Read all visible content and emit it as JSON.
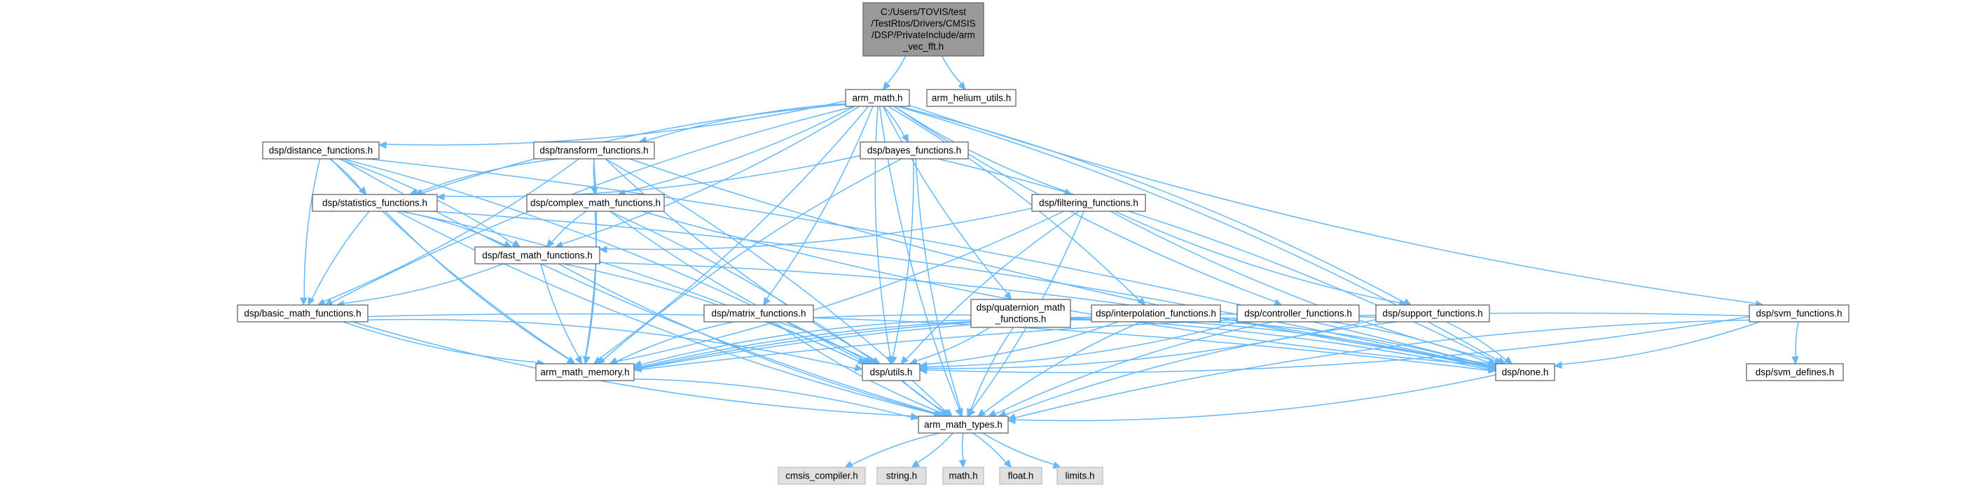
{
  "colors": {
    "edge": "#63b8ff",
    "node_fill": "#ffffff",
    "root_fill": "#999999",
    "system_fill": "#e0e0e0",
    "border": "#666666"
  },
  "nodes": {
    "root": {
      "lines": [
        "C:/Users/TOVIS/test",
        "/TestRtos/Drivers/CMSIS",
        "/DSP/PrivateInclude/arm",
        "_vec_fft.h"
      ],
      "kind": "root"
    },
    "arm_math": {
      "lines": [
        "arm_math.h"
      ],
      "kind": "file"
    },
    "helium": {
      "lines": [
        "arm_helium_utils.h"
      ],
      "kind": "file"
    },
    "distance": {
      "lines": [
        "dsp/distance_functions.h"
      ],
      "kind": "file"
    },
    "transform": {
      "lines": [
        "dsp/transform_functions.h"
      ],
      "kind": "file"
    },
    "bayes": {
      "lines": [
        "dsp/bayes_functions.h"
      ],
      "kind": "file"
    },
    "statistics": {
      "lines": [
        "dsp/statistics_functions.h"
      ],
      "kind": "file"
    },
    "complex": {
      "lines": [
        "dsp/complex_math_functions.h"
      ],
      "kind": "file"
    },
    "filtering": {
      "lines": [
        "dsp/filtering_functions.h"
      ],
      "kind": "file"
    },
    "fast_math": {
      "lines": [
        "dsp/fast_math_functions.h"
      ],
      "kind": "file"
    },
    "basic_math": {
      "lines": [
        "dsp/basic_math_functions.h"
      ],
      "kind": "file"
    },
    "matrix": {
      "lines": [
        "dsp/matrix_functions.h"
      ],
      "kind": "file"
    },
    "quaternion": {
      "lines": [
        "dsp/quaternion_math",
        "_functions.h"
      ],
      "kind": "file"
    },
    "interpolation": {
      "lines": [
        "dsp/interpolation_functions.h"
      ],
      "kind": "file"
    },
    "controller": {
      "lines": [
        "dsp/controller_functions.h"
      ],
      "kind": "file"
    },
    "support": {
      "lines": [
        "dsp/support_functions.h"
      ],
      "kind": "file"
    },
    "svm": {
      "lines": [
        "dsp/svm_functions.h"
      ],
      "kind": "file"
    },
    "memory": {
      "lines": [
        "arm_math_memory.h"
      ],
      "kind": "file"
    },
    "utils": {
      "lines": [
        "dsp/utils.h"
      ],
      "kind": "file"
    },
    "none": {
      "lines": [
        "dsp/none.h"
      ],
      "kind": "file"
    },
    "svm_defines": {
      "lines": [
        "dsp/svm_defines.h"
      ],
      "kind": "file"
    },
    "types": {
      "lines": [
        "arm_math_types.h"
      ],
      "kind": "file"
    },
    "cmsis_compiler": {
      "lines": [
        "cmsis_compiler.h"
      ],
      "kind": "system"
    },
    "string": {
      "lines": [
        "string.h"
      ],
      "kind": "system"
    },
    "math": {
      "lines": [
        "math.h"
      ],
      "kind": "system"
    },
    "float": {
      "lines": [
        "float.h"
      ],
      "kind": "system"
    },
    "limits": {
      "lines": [
        "limits.h"
      ],
      "kind": "system"
    }
  },
  "edges": [
    [
      "root",
      "arm_math"
    ],
    [
      "root",
      "helium"
    ],
    [
      "arm_math",
      "distance"
    ],
    [
      "arm_math",
      "transform"
    ],
    [
      "arm_math",
      "bayes"
    ],
    [
      "arm_math",
      "statistics"
    ],
    [
      "arm_math",
      "complex"
    ],
    [
      "arm_math",
      "filtering"
    ],
    [
      "arm_math",
      "fast_math"
    ],
    [
      "arm_math",
      "basic_math"
    ],
    [
      "arm_math",
      "matrix"
    ],
    [
      "arm_math",
      "quaternion"
    ],
    [
      "arm_math",
      "interpolation"
    ],
    [
      "arm_math",
      "controller"
    ],
    [
      "arm_math",
      "support"
    ],
    [
      "arm_math",
      "svm"
    ],
    [
      "arm_math",
      "memory"
    ],
    [
      "arm_math",
      "utils"
    ],
    [
      "arm_math",
      "none"
    ],
    [
      "arm_math",
      "types"
    ],
    [
      "distance",
      "statistics"
    ],
    [
      "distance",
      "basic_math"
    ],
    [
      "distance",
      "fast_math"
    ],
    [
      "distance",
      "memory"
    ],
    [
      "distance",
      "utils"
    ],
    [
      "distance",
      "types"
    ],
    [
      "distance",
      "none"
    ],
    [
      "transform",
      "complex"
    ],
    [
      "transform",
      "basic_math"
    ],
    [
      "transform",
      "statistics"
    ],
    [
      "transform",
      "memory"
    ],
    [
      "transform",
      "utils"
    ],
    [
      "transform",
      "types"
    ],
    [
      "transform",
      "none"
    ],
    [
      "bayes",
      "statistics"
    ],
    [
      "bayes",
      "memory"
    ],
    [
      "bayes",
      "utils"
    ],
    [
      "bayes",
      "types"
    ],
    [
      "bayes",
      "none"
    ],
    [
      "statistics",
      "basic_math"
    ],
    [
      "statistics",
      "fast_math"
    ],
    [
      "statistics",
      "memory"
    ],
    [
      "statistics",
      "utils"
    ],
    [
      "statistics",
      "types"
    ],
    [
      "statistics",
      "none"
    ],
    [
      "complex",
      "fast_math"
    ],
    [
      "complex",
      "memory"
    ],
    [
      "complex",
      "utils"
    ],
    [
      "complex",
      "types"
    ],
    [
      "complex",
      "none"
    ],
    [
      "filtering",
      "fast_math"
    ],
    [
      "filtering",
      "support"
    ],
    [
      "filtering",
      "memory"
    ],
    [
      "filtering",
      "utils"
    ],
    [
      "filtering",
      "types"
    ],
    [
      "filtering",
      "none"
    ],
    [
      "fast_math",
      "basic_math"
    ],
    [
      "fast_math",
      "memory"
    ],
    [
      "fast_math",
      "utils"
    ],
    [
      "fast_math",
      "types"
    ],
    [
      "fast_math",
      "none"
    ],
    [
      "basic_math",
      "memory"
    ],
    [
      "basic_math",
      "utils"
    ],
    [
      "basic_math",
      "types"
    ],
    [
      "basic_math",
      "none"
    ],
    [
      "matrix",
      "memory"
    ],
    [
      "matrix",
      "utils"
    ],
    [
      "matrix",
      "types"
    ],
    [
      "matrix",
      "none"
    ],
    [
      "quaternion",
      "memory"
    ],
    [
      "quaternion",
      "utils"
    ],
    [
      "quaternion",
      "types"
    ],
    [
      "quaternion",
      "none"
    ],
    [
      "interpolation",
      "memory"
    ],
    [
      "interpolation",
      "utils"
    ],
    [
      "interpolation",
      "types"
    ],
    [
      "interpolation",
      "none"
    ],
    [
      "controller",
      "memory"
    ],
    [
      "controller",
      "utils"
    ],
    [
      "controller",
      "types"
    ],
    [
      "controller",
      "none"
    ],
    [
      "support",
      "memory"
    ],
    [
      "support",
      "utils"
    ],
    [
      "support",
      "types"
    ],
    [
      "support",
      "none"
    ],
    [
      "svm",
      "memory"
    ],
    [
      "svm",
      "utils"
    ],
    [
      "svm",
      "types"
    ],
    [
      "svm",
      "none"
    ],
    [
      "svm",
      "svm_defines"
    ],
    [
      "memory",
      "types"
    ],
    [
      "utils",
      "types"
    ],
    [
      "none",
      "types"
    ],
    [
      "types",
      "cmsis_compiler"
    ],
    [
      "types",
      "string"
    ],
    [
      "types",
      "math"
    ],
    [
      "types",
      "float"
    ],
    [
      "types",
      "limits"
    ]
  ]
}
